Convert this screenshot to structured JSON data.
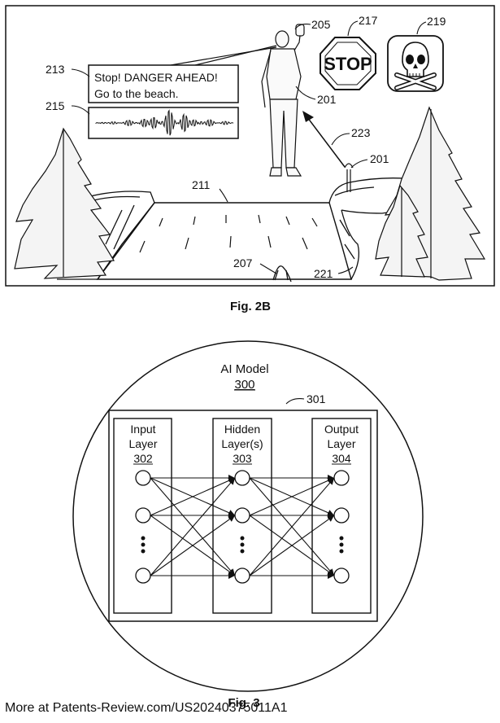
{
  "fig2b": {
    "caption": "Fig. 2B",
    "refs": {
      "r205": "205",
      "r217": "217",
      "r219": "219",
      "r213": "213",
      "r215": "215",
      "r201a": "201",
      "r223": "223",
      "r201b": "201",
      "r211": "211",
      "r207": "207",
      "r221": "221"
    },
    "speech_line1": "Stop! DANGER AHEAD!",
    "speech_line2": "Go to the beach.",
    "stop_sign_text": "STOP"
  },
  "fig3": {
    "caption": "Fig. 3",
    "model_title": "AI Model",
    "model_number": "300",
    "frame_ref": "301",
    "layers": [
      {
        "line1": "Input",
        "line2": "Layer",
        "number": "302"
      },
      {
        "line1": "Hidden",
        "line2": "Layer(s)",
        "number": "303"
      },
      {
        "line1": "Output",
        "line2": "Layer",
        "number": "304"
      }
    ]
  },
  "footer_text": "More at Patents-Review.com/US20240375011A1"
}
